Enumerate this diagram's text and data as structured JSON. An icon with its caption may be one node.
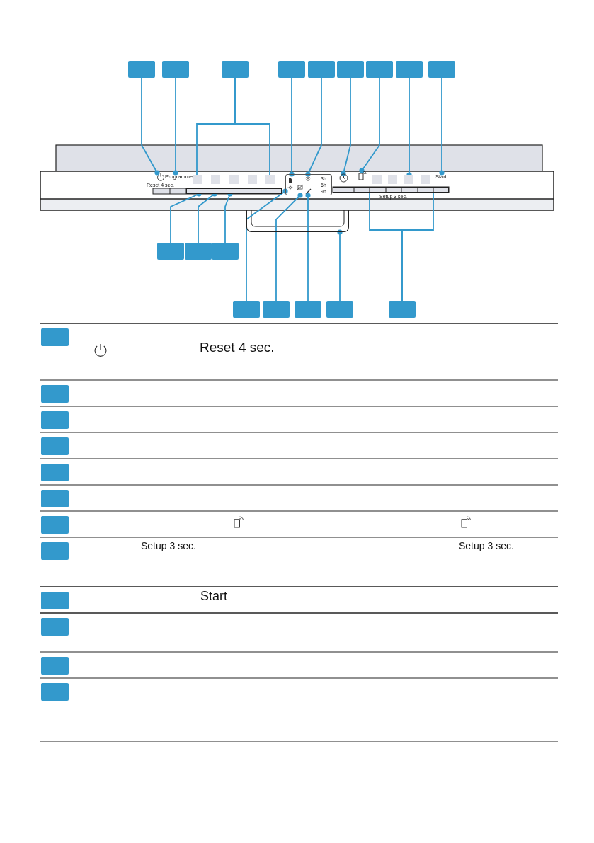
{
  "diagram": {
    "nodes": [
      {
        "text": [],
        "shape": "box"
      },
      {
        "text": [],
        "shape": "box"
      },
      {
        "text": [],
        "shape": "box"
      },
      {
        "text": [],
        "shape": "box"
      },
      {
        "text": [],
        "shape": "box"
      },
      {
        "text": [],
        "shape": "box"
      },
      {
        "text": [],
        "shape": "box"
      },
      {
        "text": [],
        "shape": "box"
      },
      {
        "text": [],
        "shape": "box"
      },
      {
        "text": [],
        "shape": "box"
      },
      {
        "text": [],
        "shape": "box"
      },
      {
        "text": [],
        "shape": "box"
      },
      {
        "text": [],
        "shape": "box"
      },
      {
        "text": [],
        "shape": "box"
      },
      {
        "text": [],
        "shape": "box"
      },
      {
        "text": [],
        "shape": "box"
      },
      {
        "text": [],
        "shape": "box"
      },
      {
        "text": [],
        "shape": "box"
      },
      {
        "text": [],
        "shape": "box"
      },
      {
        "text": [],
        "shape": "box"
      },
      {
        "text": [],
        "shape": "box"
      },
      {
        "text": [],
        "shape": "box"
      },
      {
        "text": [],
        "shape": "box"
      },
      {
        "text": [],
        "shape": "box"
      },
      {
        "text": [],
        "shape": "box"
      },
      {
        "text": [],
        "shape": "box"
      },
      {
        "text": [],
        "shape": "box"
      },
      {
        "text": [],
        "shape": "box"
      },
      {
        "text": [],
        "shape": "box"
      },
      {
        "text": [
          "Reset 4 sec."
        ]
      },
      {
        "text": [
          "Programme"
        ]
      },
      {
        "text": [
          "Start"
        ]
      },
      {
        "text": [
          "3h",
          "6h",
          "9h"
        ]
      },
      {
        "text": [],
        "shape": "box"
      },
      {
        "text": [],
        "shape": "picture"
      },
      {
        "text": [],
        "shape": "picture"
      },
      {
        "text": [],
        "shape": "box"
      },
      {
        "text": [],
        "shape": "box"
      },
      {
        "text": [],
        "shape": "box"
      },
      {
        "text": [],
        "shape": "box"
      },
      {
        "text": [],
        "shape": "box"
      },
      {
        "text": [],
        "shape": "box"
      },
      {
        "text": [],
        "shape": "box"
      },
      {
        "text": [],
        "shape": "box"
      },
      {
        "text": [],
        "shape": "box"
      },
      {
        "text": [],
        "shape": "bar"
      },
      {
        "text": [],
        "shape": "bar"
      }
    ],
    "edges": [
      {
        "from": 0,
        "to": 29,
        "arrow": "other"
      },
      {
        "from": 1,
        "to": 30,
        "arrow": "other"
      },
      {
        "from": 2,
        "to": 36,
        "arrow": "none"
      },
      {
        "from": 2,
        "to": 40,
        "arrow": "none"
      },
      {
        "from": 3,
        "to": 32,
        "arrow": "other"
      },
      {
        "from": 4,
        "to": 32,
        "arrow": "other"
      },
      {
        "from": 5,
        "to": 34,
        "arrow": "other"
      },
      {
        "from": 6,
        "to": 35,
        "arrow": "other"
      },
      {
        "from": 7,
        "to": 43,
        "arrow": "other"
      },
      {
        "from": 8,
        "to": 31,
        "arrow": "other"
      },
      {
        "from": 9,
        "to": 45,
        "arrow": "other"
      },
      {
        "from": 10,
        "to": 45,
        "arrow": "other"
      },
      {
        "from": 11,
        "to": 45,
        "arrow": "other"
      },
      {
        "from": 12,
        "to": 32,
        "arrow": "other"
      },
      {
        "from": 13,
        "to": 32,
        "arrow": "other"
      },
      {
        "from": 14,
        "to": 32,
        "arrow": "other"
      },
      {
        "from": 15,
        "to": 33,
        "arrow": "other"
      },
      {
        "from": 16,
        "to": 46,
        "arrow": "none"
      },
      {
        "from": 16,
        "to": 46,
        "arrow": "none"
      }
    ],
    "labels": [
      "Setup 3 sec.",
      "Reset 4 sec.",
      "Setup 3 sec.",
      "Setup 3 sec.",
      "Start"
    ]
  }
}
